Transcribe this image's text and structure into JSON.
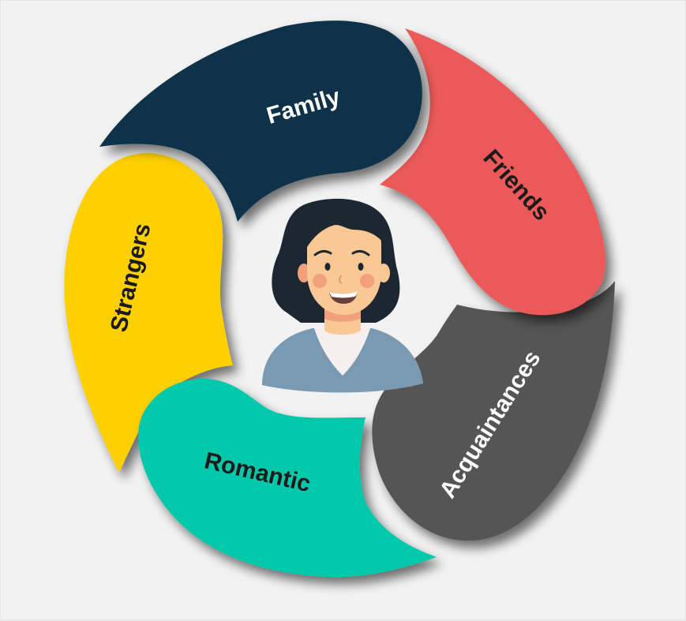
{
  "diagram": {
    "type": "relationship-cycle",
    "center": {
      "icon": "woman-avatar-icon"
    },
    "segments": [
      {
        "id": "family",
        "label": "Family",
        "color": "#0f3248",
        "text_color": "#ffffff"
      },
      {
        "id": "friends",
        "label": "Friends",
        "color": "#eb5a58",
        "text_color": "#1a1a1a"
      },
      {
        "id": "acquaintances",
        "label": "Acquaintances",
        "color": "#555555",
        "text_color": "#ffffff"
      },
      {
        "id": "romantic",
        "label": "Romantic",
        "color": "#00c8aa",
        "text_color": "#1a1a1a"
      },
      {
        "id": "strangers",
        "label": "Strangers",
        "color": "#fed000",
        "text_color": "#1a1a1a"
      }
    ]
  },
  "colors": {
    "background": "#f2f2f2",
    "hair": "#1d2732",
    "skin": "#f9c894",
    "cheek": "#f2a07b",
    "shirt": "#7a9ab4",
    "undershirt": "#f5efef"
  }
}
